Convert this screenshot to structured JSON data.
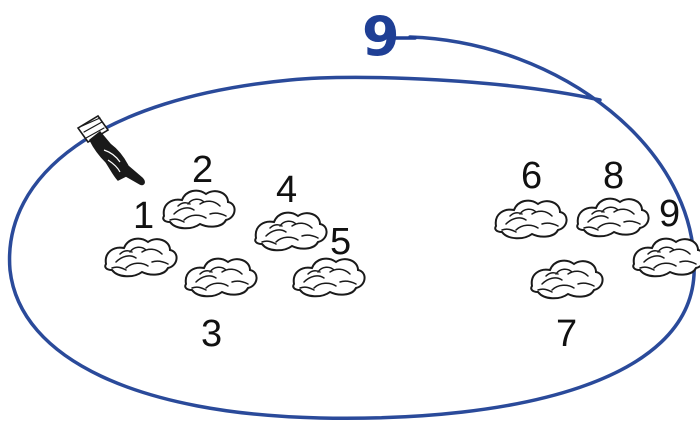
{
  "total": {
    "label": "9"
  },
  "colors": {
    "set_outline": "#2a4a9a",
    "total_number": "#1f3f95",
    "ink": "#1a1a1a"
  },
  "pointer": {
    "icon": "pointing-hand-icon"
  },
  "stones": {
    "icon": "rock-icon",
    "items": [
      {
        "label": "1"
      },
      {
        "label": "2"
      },
      {
        "label": "3"
      },
      {
        "label": "4"
      },
      {
        "label": "5"
      },
      {
        "label": "6"
      },
      {
        "label": "7"
      },
      {
        "label": "8"
      },
      {
        "label": "9"
      }
    ]
  }
}
